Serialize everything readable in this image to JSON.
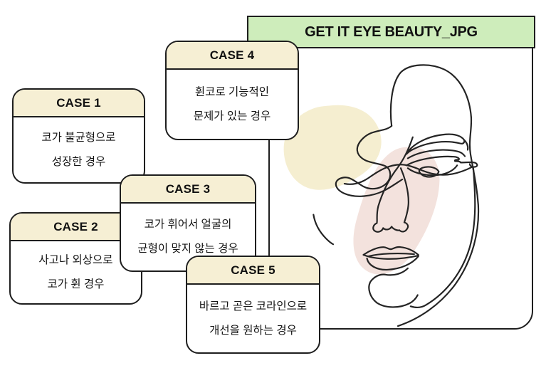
{
  "figure": {
    "title": "GET IT EYE BEAUTY_JPG"
  },
  "cards": [
    {
      "label": "CASE 1",
      "lines": [
        "코가 불균형으로",
        "성장한 경우"
      ]
    },
    {
      "label": "CASE 2",
      "lines": [
        "사고나 외상으로",
        "코가 휜 경우"
      ]
    },
    {
      "label": "CASE 3",
      "lines": [
        "코가 휘어서 얼굴의",
        "균형이 맞지 않는 경우"
      ]
    },
    {
      "label": "CASE 4",
      "lines": [
        "휜코로 기능적인",
        "문제가 있는 경우"
      ]
    },
    {
      "label": "CASE 5",
      "lines": [
        "바르고 곧은 코라인으로",
        "개선을 원하는 경우"
      ]
    }
  ],
  "colors": {
    "title_bar_bg": "#ceedbb",
    "card_header_bg": "#f6efd4",
    "border": "#1e1e1e",
    "line_art": "#242424",
    "blob_yellow": "#f5eed0",
    "blob_pink": "#f3e2dd",
    "background": "#ffffff"
  },
  "illustration": {
    "name": "one-line-face-drawing"
  }
}
